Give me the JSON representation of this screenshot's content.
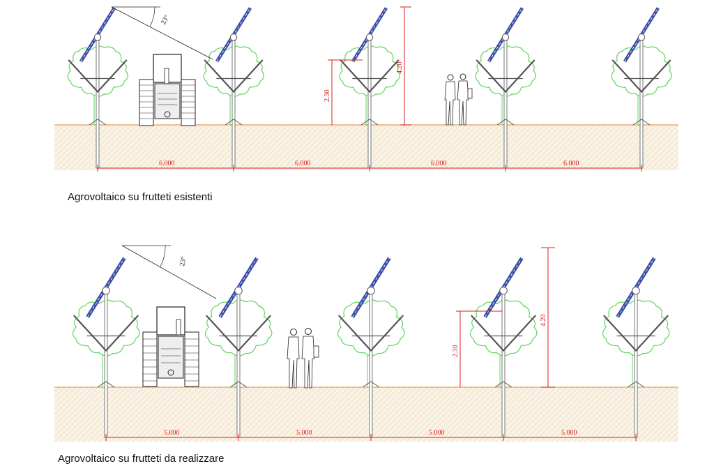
{
  "colors": {
    "ground": "#f6ead4",
    "ground_hatch": "#e3cfa6",
    "ground_line": "#e0a060",
    "foliage": "#5fd35f",
    "panel": "#3a4ea8",
    "dimension": "#d42020",
    "structure": "#555555"
  },
  "top": {
    "caption": "Agrovoltaico su frutteti esistenti",
    "tilt_label": "23°",
    "panel_height_label": "4.20",
    "arms_height_label": "2.30",
    "spacing_labels": [
      "6.000",
      "6.000",
      "6.000",
      "6.000"
    ]
  },
  "bottom": {
    "caption": "Agrovoltaico su frutteti da realizzare",
    "tilt_label": "23°",
    "panel_height_label": "4.20",
    "arms_height_label": "2.30",
    "spacing_labels": [
      "5.000",
      "5.000",
      "5.000",
      "5.000"
    ]
  }
}
